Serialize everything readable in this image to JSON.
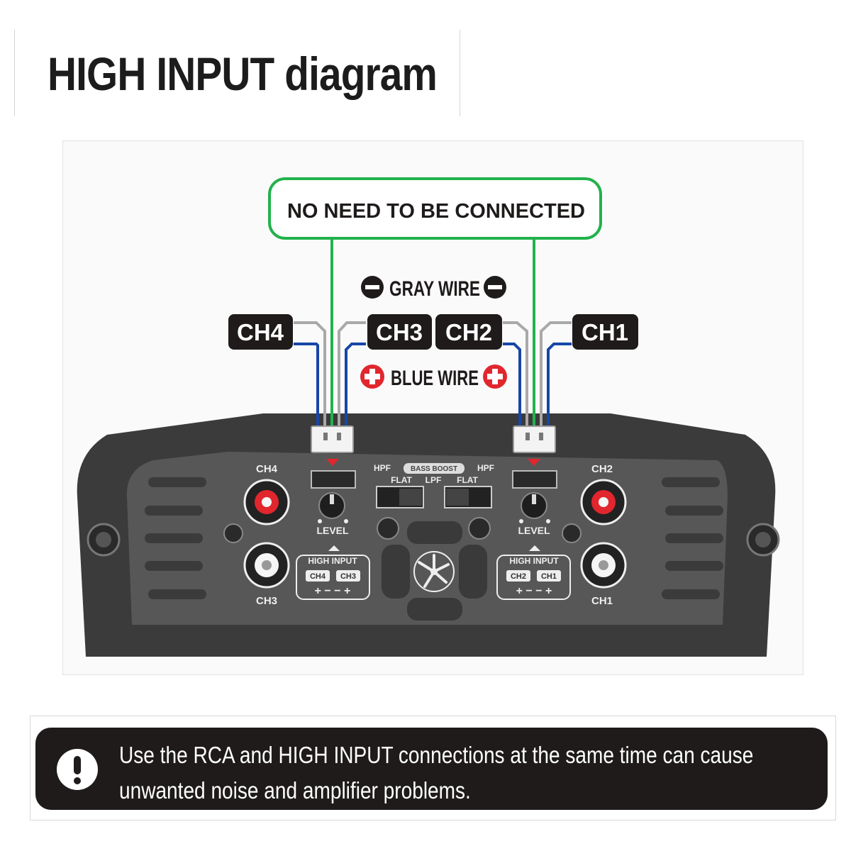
{
  "header": {
    "title": "HIGH INPUT diagram"
  },
  "diagram": {
    "green_box_label": "NO NEED TO BE CONNECTED",
    "gray_wire_label": "GRAY WIRE",
    "blue_wire_label": "BLUE WIRE",
    "channel_tags": [
      "CH4",
      "CH3",
      "CH2",
      "CH1"
    ],
    "amp": {
      "rca_labels": {
        "ch4": "CH4",
        "ch3": "CH3",
        "ch2": "CH2",
        "ch1": "CH1"
      },
      "level_label": "LEVEL",
      "high_input_label": "HIGH INPUT",
      "left_input_channels": [
        "CH4",
        "CH3"
      ],
      "right_input_channels": [
        "CH2",
        "CH1"
      ],
      "polarity_marks": "+ − − +",
      "hpf_label": "HPF",
      "bass_boost_label": "BASS BOOST",
      "flat_label": "FLAT",
      "lpf_label": "LPF"
    },
    "colors": {
      "green": "#22b24c",
      "gray_wire": "#a9a9a9",
      "blue_wire": "#1747a6",
      "tag_bg": "#1f1b1b",
      "red": "#e1262e",
      "amp_body": "#3d3d3d",
      "amp_panel": "#555555"
    }
  },
  "warning": {
    "icon": "exclamation-icon",
    "text": "Use the RCA and HIGH INPUT connections at the same time can cause unwanted noise and amplifier problems."
  }
}
